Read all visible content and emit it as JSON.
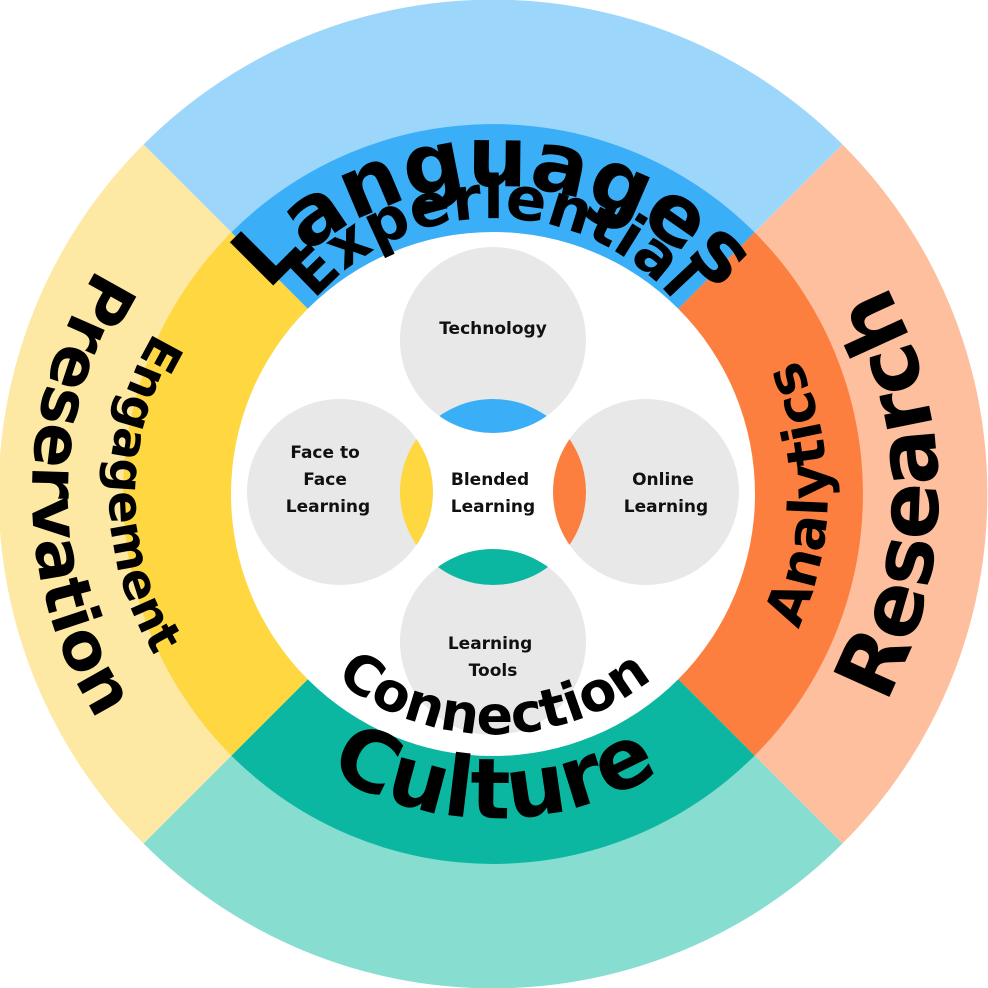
{
  "outer_ring": {
    "top": "Languages",
    "right": "Research",
    "bottom": "Culture",
    "left": "Preservation"
  },
  "inner_ring": {
    "top": "Experiential",
    "right": "Analytics",
    "bottom": "Connection",
    "left": "Engagement"
  },
  "center": {
    "line1": "Blended",
    "line2": "Learning"
  },
  "circles": {
    "top": {
      "line1": "Technology"
    },
    "right": {
      "line1": "Online",
      "line2": "Learning"
    },
    "bottom": {
      "line1": "Learning",
      "line2": "Tools"
    },
    "left": {
      "line1": "Face to",
      "line2": "Face",
      "line3": "Learning"
    }
  },
  "colors": {
    "outer_top": "#9dd6fb",
    "outer_right": "#fdbf9d",
    "outer_bottom": "#86ddd0",
    "outer_left": "#fde8a4",
    "inner_top": "#3aaff7",
    "inner_right": "#fd7f3f",
    "inner_bottom": "#0bb7a0",
    "inner_left": "#fed741",
    "circle_fill": "#e8e8e8"
  }
}
